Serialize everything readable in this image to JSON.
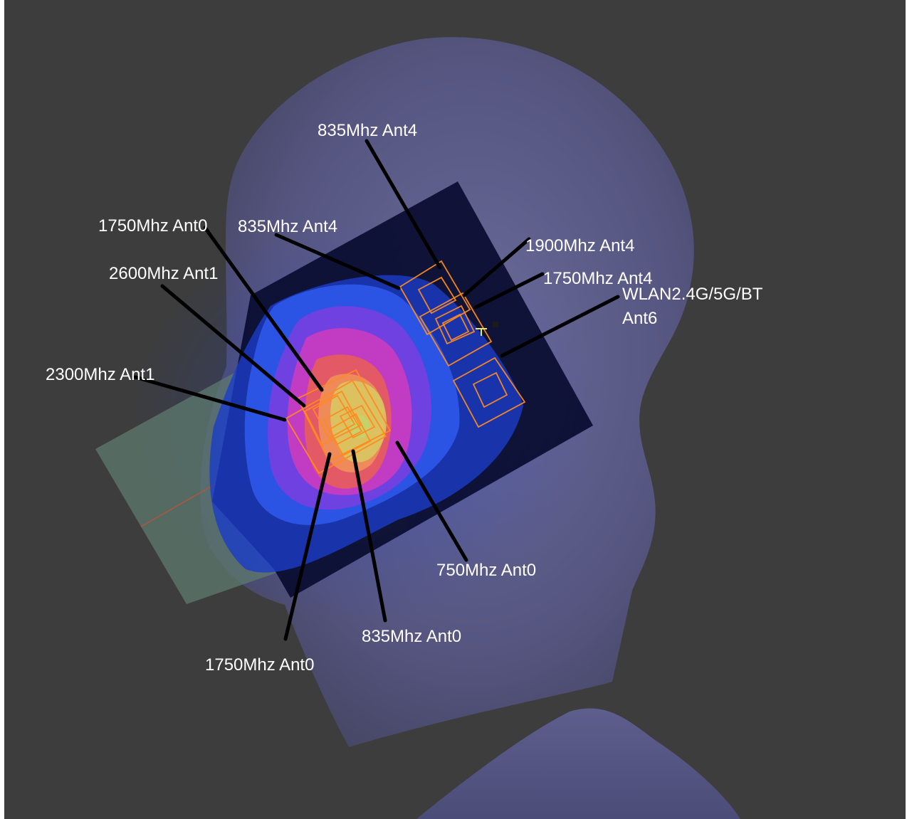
{
  "colors": {
    "background": "#3d3d3d",
    "head": "#5a5a86",
    "phone_body": "#0a0d30",
    "device_board": "#5d7a6e",
    "hot_core": "#d9c560",
    "antenna_outline": "#ff8a1f",
    "label_text": "#ffffff",
    "leader_line": "#000000"
  },
  "labels": [
    {
      "id": "835-ant4-top",
      "text": "835Mhz Ant4"
    },
    {
      "id": "1750-ant0-upper",
      "text": "1750Mhz Ant0"
    },
    {
      "id": "835-ant4-mid",
      "text": "835Mhz Ant4"
    },
    {
      "id": "1900-ant4",
      "text": "1900Mhz Ant4"
    },
    {
      "id": "2600-ant1",
      "text": "2600Mhz Ant1"
    },
    {
      "id": "1750-ant4",
      "text": "1750Mhz Ant4"
    },
    {
      "id": "wlan-ant6",
      "text": "WLAN2.4G/5G/BT"
    },
    {
      "id": "wlan-ant6-line2",
      "text": "Ant6"
    },
    {
      "id": "2300-ant1",
      "text": "2300Mhz Ant1"
    },
    {
      "id": "750-ant0",
      "text": "750Mhz Ant0"
    },
    {
      "id": "835-ant0",
      "text": "835Mhz Ant0"
    },
    {
      "id": "1750-ant0-lower",
      "text": "1750Mhz Ant0"
    }
  ]
}
